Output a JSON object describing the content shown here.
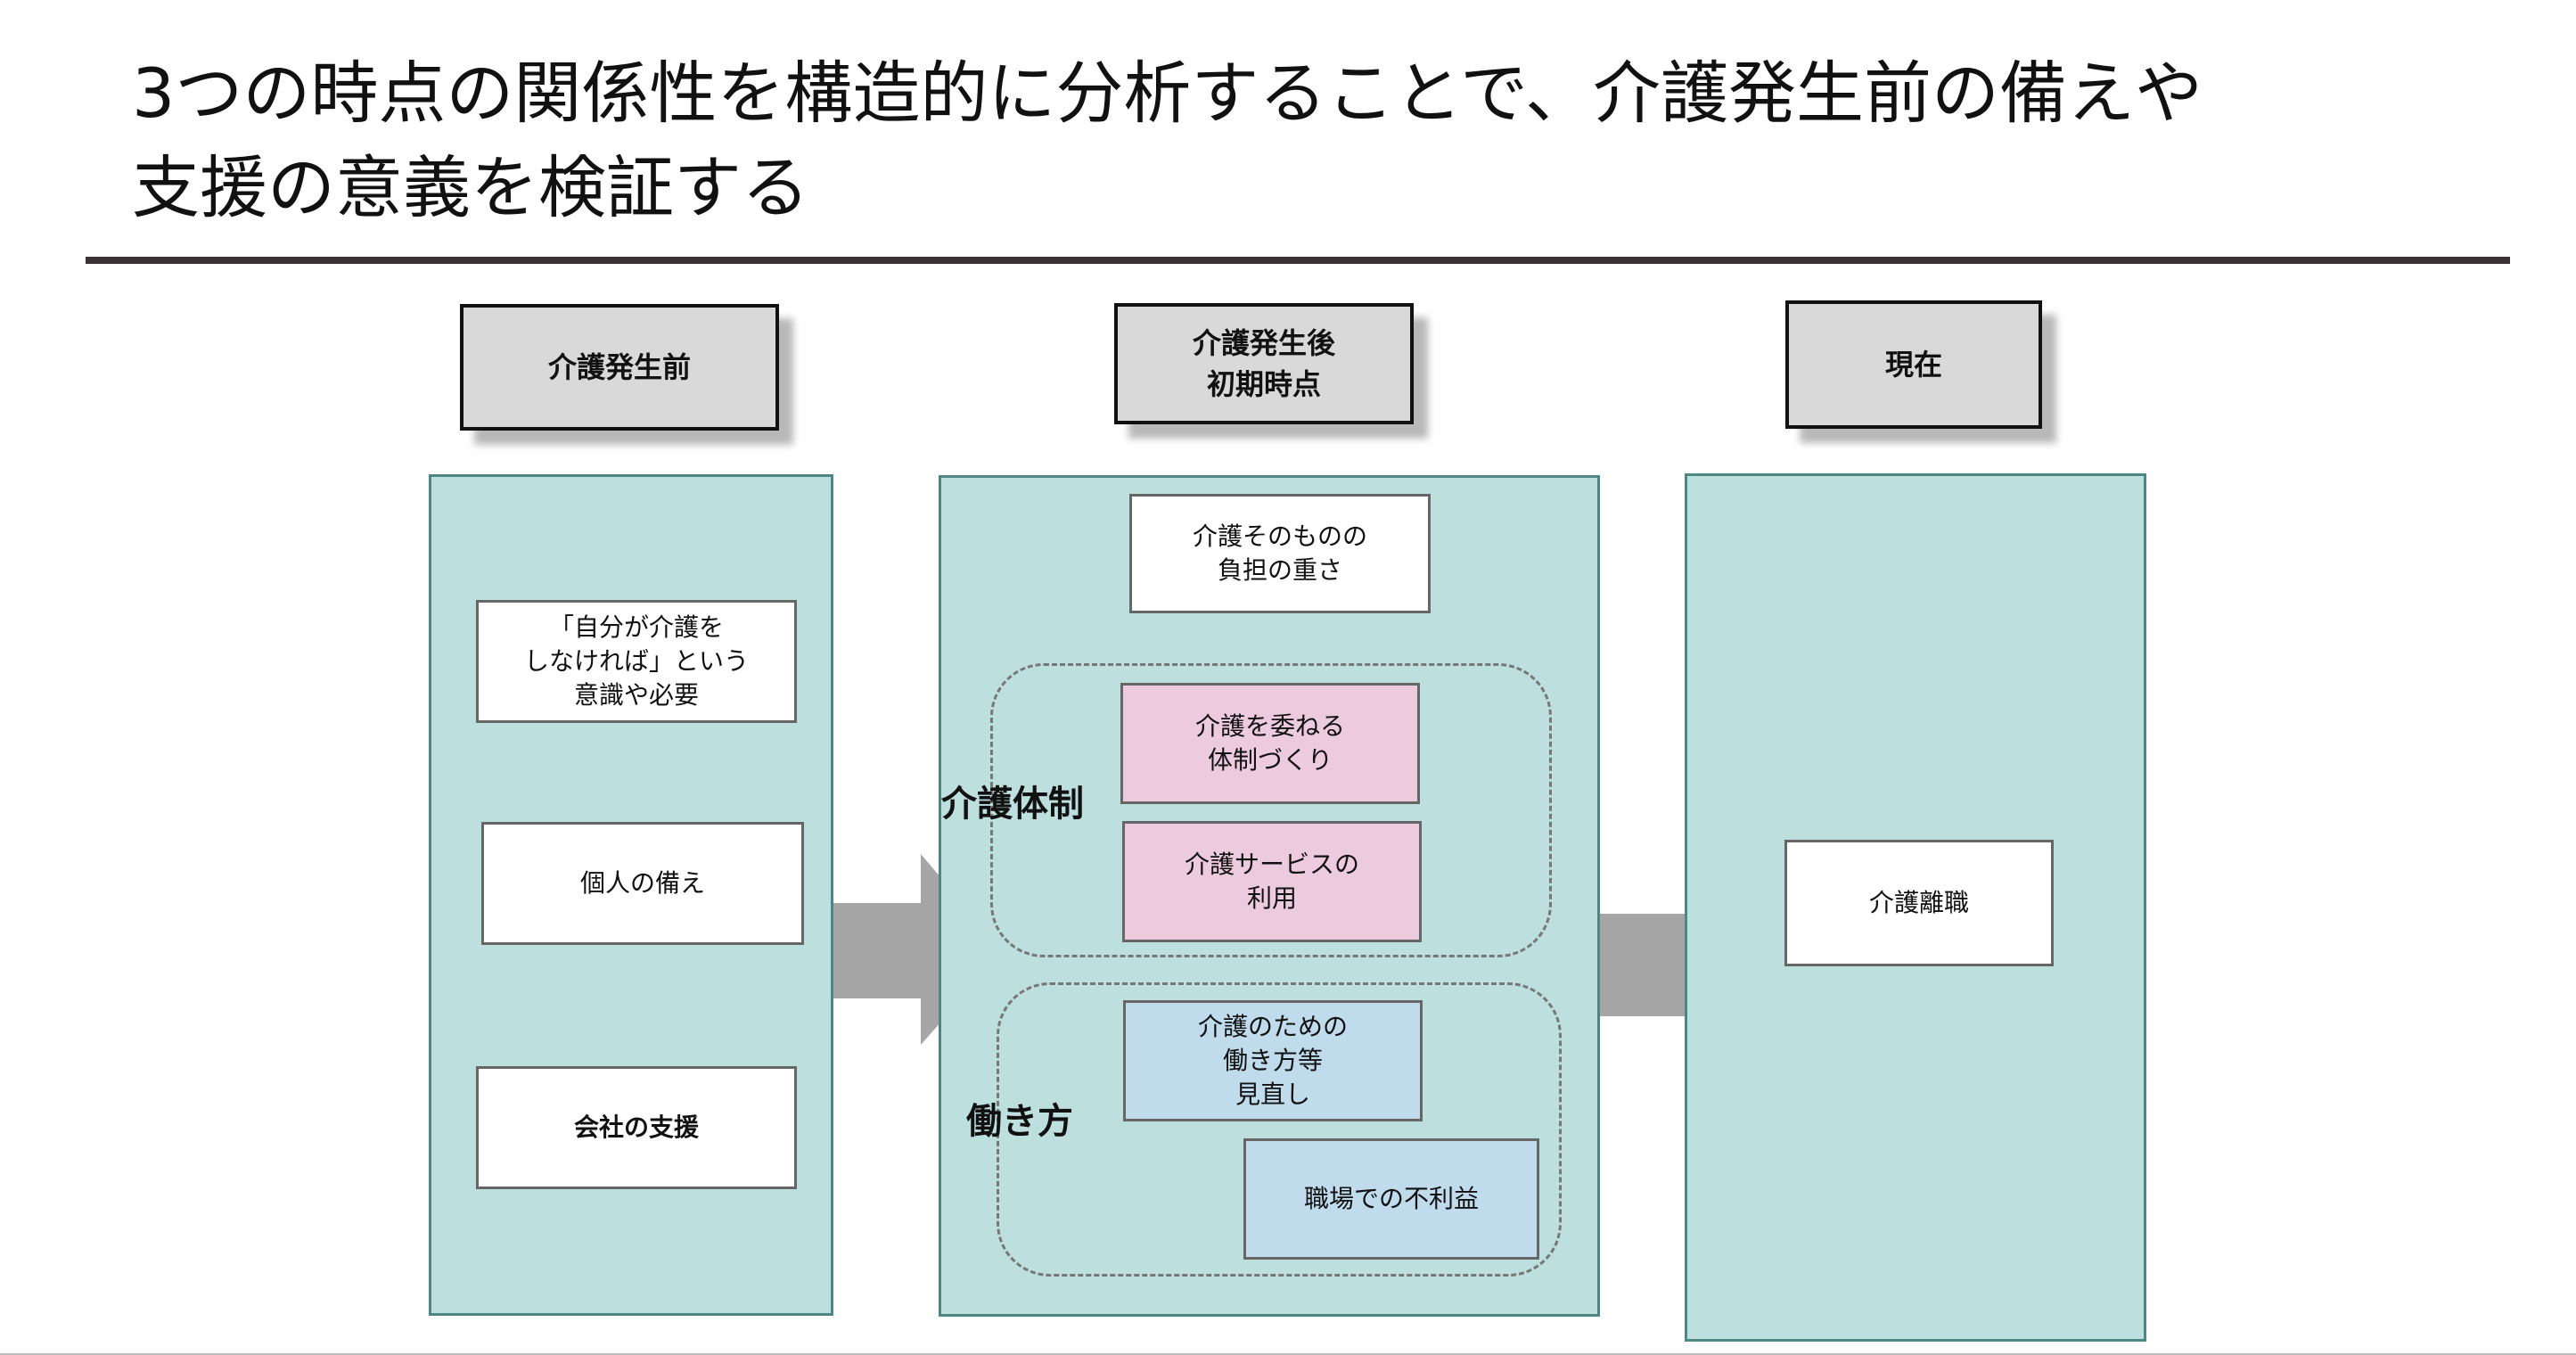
{
  "title": {
    "line1": "3つの時点の関係性を構造的に分析することで、介護発生前の備えや",
    "line2": "支援の意義を検証する"
  },
  "colors": {
    "panel": "#bde0df",
    "header": "#d9d9d9",
    "pink_box": "#edcbde",
    "blue_box": "#bfdbec",
    "arrow": "#a6a6a6",
    "rule": "#3a3436"
  },
  "headers": {
    "before": "介護発生前",
    "after_line1": "介護発生後",
    "after_line2": "初期時点",
    "current": "現在"
  },
  "before_panel": {
    "box1_line1": "「自分が介護を",
    "box1_line2": "しなければ」という",
    "box1_line3": "意識や必要",
    "box2": "個人の備え",
    "box3": "会社の支援"
  },
  "after_panel": {
    "burden_line1": "介護そのものの",
    "burden_line2": "負担の重さ",
    "group_care_system": "介護体制",
    "entrust_line1": "介護を委ねる",
    "entrust_line2": "体制づくり",
    "service_line1": "介護サービスの",
    "service_line2": "利用",
    "group_work_style": "働き方",
    "review_line1": "介護のための",
    "review_line2": "働き方等",
    "review_line3": "見直し",
    "disadvantage": "職場での不利益"
  },
  "current_panel": {
    "box": "介護離職"
  }
}
